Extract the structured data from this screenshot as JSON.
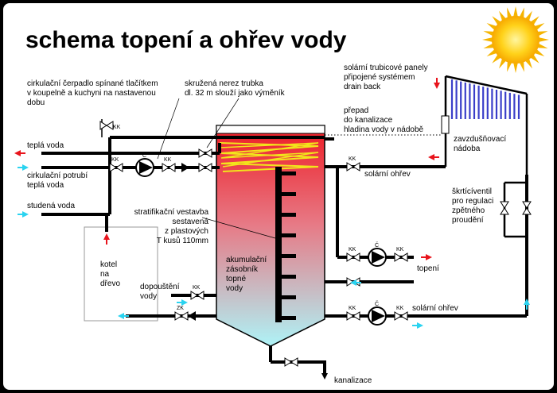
{
  "title": "schema topení a ohřev vody",
  "labels": {
    "pump_note": [
      "cirkulační čerpadlo spínané tlačítkem",
      "v koupelně a kuchyni na nastavenou",
      "dobu"
    ],
    "coil_note": [
      "skružená nerez trubka",
      "dl. 32 m slouží jako výměník"
    ],
    "solar_panels": [
      "solární trubicové panely",
      "připojené systémem",
      "drain back"
    ],
    "overflow": [
      "přepad",
      "do kanalizace"
    ],
    "water_level": "hladina vody v nádobě",
    "vent_vessel": [
      "zavzdušňovací",
      "nádoba"
    ],
    "throttle": [
      "škrtícíventil",
      "pro regulaci",
      "zpětného",
      "proudění"
    ],
    "hot_water": "teplá voda",
    "circ_pipe": [
      "cirkulační potrubí",
      "teplá voda"
    ],
    "cold_water": "studená voda",
    "boiler": [
      "kotel",
      "na",
      "dřevo"
    ],
    "stratification": [
      "stratifikační vestavba",
      "sestavená",
      "z plastových",
      "T kusů 110mm"
    ],
    "tank": [
      "akumulační",
      "zásobník",
      "topné",
      "vody"
    ],
    "refill": [
      "dopouštění",
      "vody"
    ],
    "solar_heating_top": "solární ohřev",
    "heating": "topení",
    "solar_heating_bottom": "solární ohřev",
    "drain": "kanalizace"
  },
  "valve_tags": {
    "kk": "KK",
    "zk": "ZK",
    "pump": "Č"
  },
  "colors": {
    "background": "#ffffff",
    "frame": "#000000",
    "tank_top": "#ee1c25",
    "tank_bottom": "#aef3f7",
    "arrow_hot": "#e8141c",
    "arrow_cold": "#2ad3f0",
    "coil": "#f2e51b",
    "panel_tubes": "#3a3ec9",
    "sun": "#ffcc00"
  },
  "icons": [
    "sun-icon",
    "pump-icon",
    "valve-icon",
    "check-valve-icon",
    "arrow-icon"
  ]
}
